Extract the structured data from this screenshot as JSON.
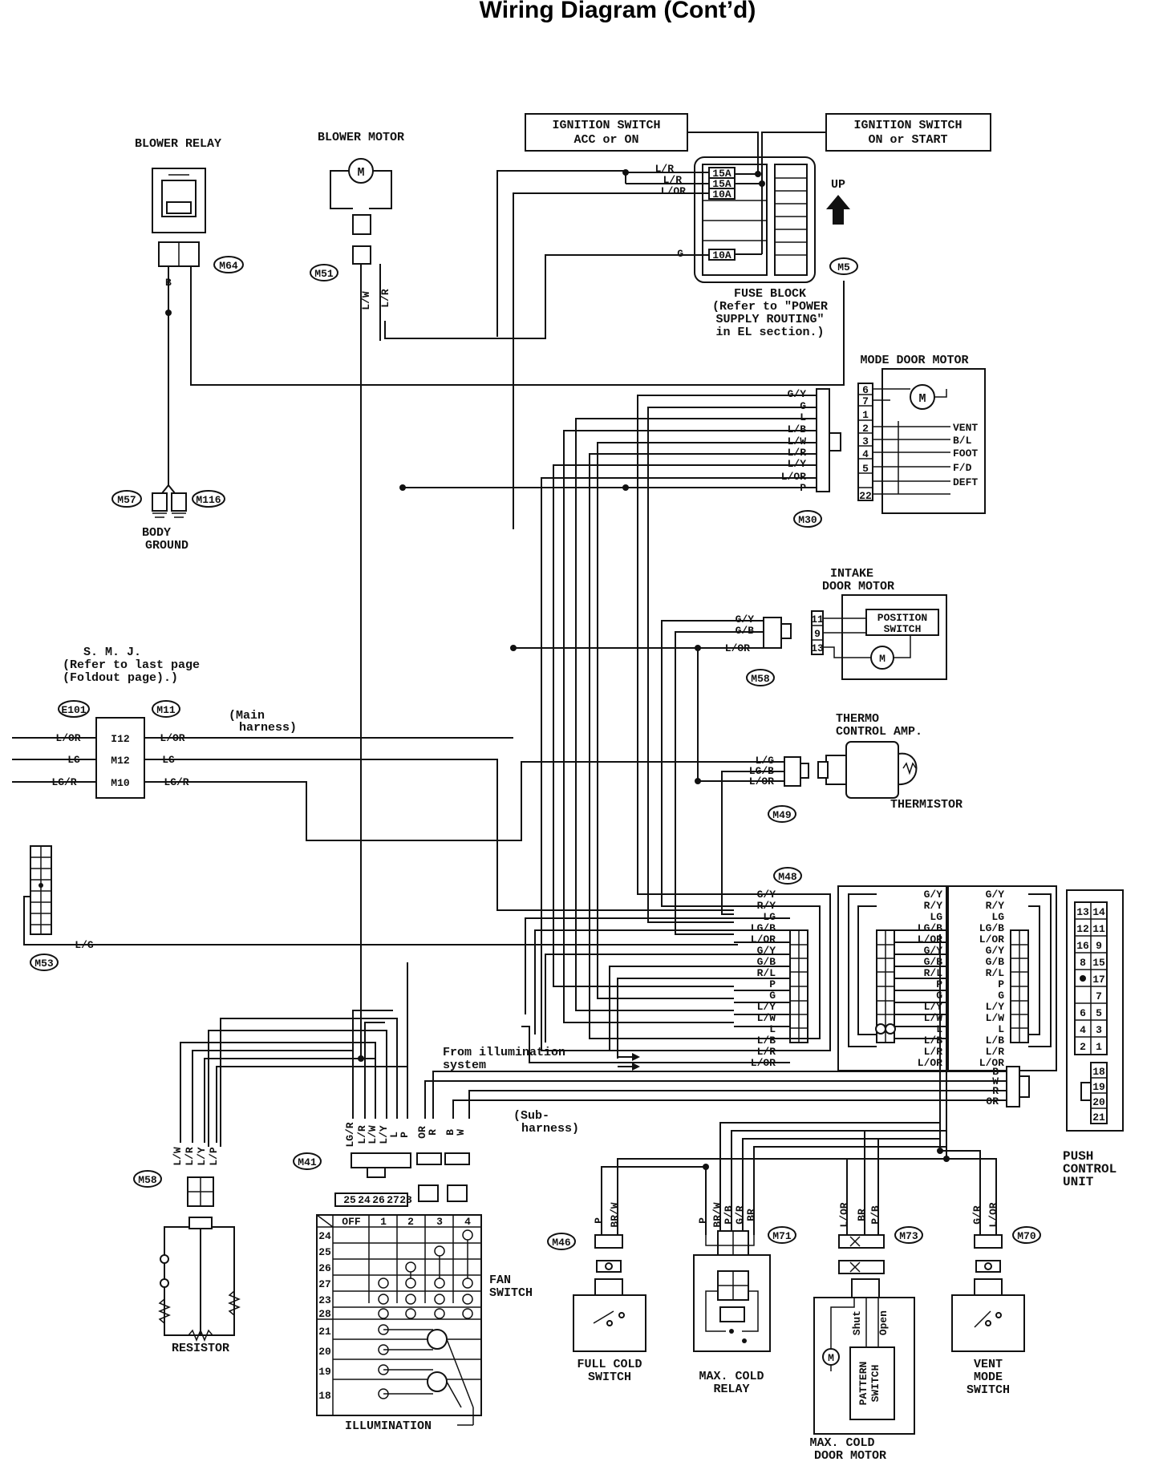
{
  "title": "Wiring Diagram (Cont’d)",
  "components": {
    "blower_relay": "BLOWER RELAY",
    "blower_motor": "BLOWER MOTOR",
    "ign_acc": [
      "IGNITION SWITCH",
      "ACC or ON"
    ],
    "ign_on": [
      "IGNITION SWITCH",
      "ON or START"
    ],
    "fuse_block": [
      "FUSE BLOCK",
      "(Refer to \"POWER",
      "SUPPLY ROUTING\"",
      "in EL section.)"
    ],
    "up": "UP",
    "fuses": [
      "15A",
      "15A",
      "10A",
      "10A"
    ],
    "mode_door_motor": "MODE DOOR MOTOR",
    "mode_positions": [
      "VENT",
      "B/L",
      "FOOT",
      "F/D",
      "DEFT"
    ],
    "mode_pins": [
      "6",
      "7",
      "1",
      "2",
      "3",
      "4",
      "5",
      "22"
    ],
    "body_ground": [
      "BODY",
      "GROUND"
    ],
    "intake_door_motor": [
      "INTAKE",
      "DOOR MOTOR"
    ],
    "position_switch": [
      "POSITION",
      "SWITCH"
    ],
    "intake_pins": [
      "11",
      "9",
      "13"
    ],
    "smj": [
      "S. M. J.",
      "(Refer to last page",
      "(Foldout page).)"
    ],
    "main_harness": [
      "(Main",
      "harness)"
    ],
    "smj_wires_left": [
      "L/OR",
      "LG",
      "LG/R"
    ],
    "smj_pins": [
      "I12",
      "M12",
      "M10"
    ],
    "smj_wires_right": [
      "L/OR",
      "LG",
      "LG/R"
    ],
    "thermo_amp": [
      "THERMO",
      "CONTROL AMP."
    ],
    "thermistor": "THERMISTOR",
    "push_control_unit": [
      "PUSH",
      "CONTROL",
      "UNIT"
    ],
    "from_illumination": [
      "From illumination",
      "system"
    ],
    "sub_harness": [
      "(Sub-",
      "harness)"
    ],
    "fan_switch": [
      "FAN",
      "SWITCH"
    ],
    "illumination": "ILLUMINATION",
    "resistor": "RESISTOR",
    "full_cold_switch": [
      "FULL COLD",
      "SWITCH"
    ],
    "max_cold_relay": [
      "MAX. COLD",
      "RELAY"
    ],
    "max_cold_door_motor": [
      "MAX. COLD",
      "DOOR MOTOR"
    ],
    "pattern_switch": [
      "PATTERN",
      "SWITCH"
    ],
    "shut": "Shut",
    "open": "Open",
    "vent_mode_switch": [
      "VENT",
      "MODE",
      "SWITCH"
    ]
  },
  "connectors": {
    "m64": "M64",
    "m51": "M51",
    "m5": "M5",
    "m57": "M57",
    "m116": "M116",
    "m30": "M30",
    "m58a": "M58",
    "e101": "E101",
    "m11": "M11",
    "m49": "M49",
    "m48": "M48",
    "m53": "M53",
    "m41": "M41",
    "m58b": "M58",
    "m46": "M46",
    "m71": "M71",
    "m73": "M73",
    "m70": "M70"
  },
  "wires": {
    "fuse": [
      "L/R",
      "L/R",
      "L/OR",
      "G"
    ],
    "blower": [
      "L/W",
      "L/R"
    ],
    "relay_ground": "B",
    "mode_door": [
      "G/Y",
      "G",
      "L",
      "L/B",
      "L/W",
      "L/R",
      "L/Y",
      "L/OR",
      "P"
    ],
    "intake": [
      "G/Y",
      "G/B",
      "L/OR"
    ],
    "thermo": [
      "L/G",
      "LG/B",
      "L/OR"
    ],
    "m53": "L/G",
    "m48_left": [
      "G/Y",
      "R/Y",
      "LG",
      "LG/B",
      "L/OR",
      "G/Y",
      "G/B",
      "R/L",
      "P",
      "G",
      "L/Y",
      "L/W",
      "L",
      "L/B",
      "L/R",
      "L/OR"
    ],
    "m48_mid": [
      "G/Y",
      "R/Y",
      "LG",
      "LG/B",
      "L/OR",
      "G/Y",
      "G/B",
      "R/L",
      "P",
      "G",
      "L/Y",
      "L/W",
      "L",
      "L/B",
      "L/R",
      "L/OR"
    ],
    "m48_right": [
      "G/Y",
      "R/Y",
      "LG",
      "LG/B",
      "L/OR",
      "G/Y",
      "G/B",
      "R/L",
      "P",
      "G",
      "L/Y",
      "L/W",
      "L",
      "L/B",
      "L/R",
      "L/OR"
    ],
    "sub": [
      "B",
      "W",
      "R",
      "OR"
    ],
    "m41": [
      "LG/R",
      "L/R",
      "L/W",
      "L/Y",
      "L",
      "P"
    ],
    "m58b": [
      "L/W",
      "L/R",
      "L/Y",
      "L/P"
    ],
    "or_r_b_w": [
      "OR",
      "R",
      "B",
      "W"
    ],
    "m46": [
      "P",
      "BR/W"
    ],
    "m71": [
      "P",
      "BR/W",
      "P/B",
      "G/R",
      "BR"
    ],
    "m73": [
      "L/OR",
      "BR",
      "P/B"
    ],
    "m70": [
      "G/R",
      "L/OR"
    ]
  },
  "fan_switch_table": {
    "header": [
      "OFF",
      "1",
      "2",
      "3",
      "4"
    ],
    "rows": [
      "24",
      "25",
      "26",
      "27",
      "23",
      "28",
      "21",
      "20",
      "19",
      "18"
    ]
  },
  "pcu_pins": [
    [
      "13",
      "14"
    ],
    [
      "12",
      "11"
    ],
    [
      "16",
      "9"
    ],
    [
      "8",
      "15"
    ],
    [
      "",
      "17"
    ],
    [
      "",
      "7"
    ],
    [
      "6",
      "5"
    ],
    [
      "4",
      "3"
    ],
    [
      "2",
      "1"
    ]
  ],
  "pcu_pins2": [
    "18",
    "19",
    "20",
    "21"
  ],
  "m41_pins": [
    "25",
    "24",
    "26",
    "27",
    "23"
  ]
}
